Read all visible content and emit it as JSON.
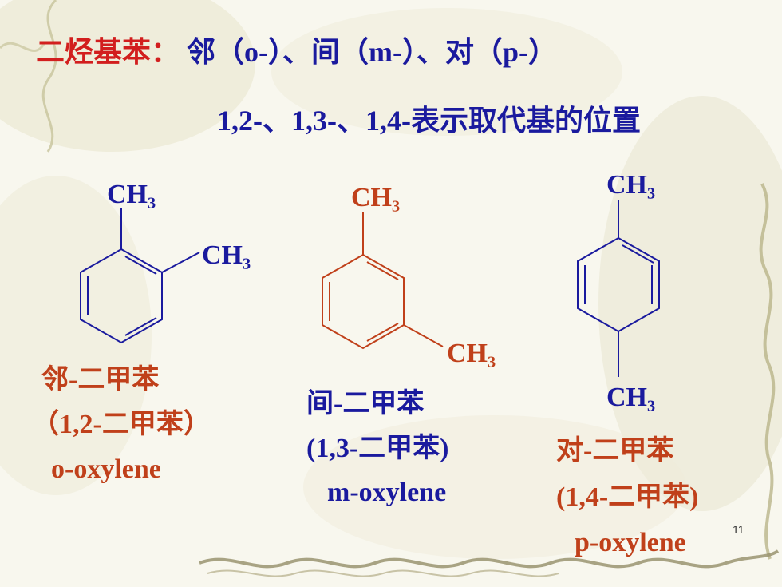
{
  "heading": {
    "highlight": "二烃基苯：",
    "rest": "邻（o-）、间（m-）、对（p-）"
  },
  "subline": "1,2-、1,3-、1,4-表示取代基的位置",
  "ortho": {
    "ch3_top": "CH₃",
    "ch3_side": "CH₃",
    "name_cn": "邻-二甲苯",
    "name_num": "（1,2-二甲苯）",
    "name_en": "o-oxylene"
  },
  "meta": {
    "ch3_top": "CH₃",
    "ch3_bottom": "CH₃",
    "name_cn": "间-二甲苯",
    "name_num": "(1,3-二甲苯)",
    "name_en": "m-oxylene"
  },
  "para": {
    "ch3_top": "CH₃",
    "ch3_bottom": "CH₃",
    "name_cn": "对-二甲苯",
    "name_num": "(1,4-二甲苯)",
    "name_en": "p-oxylene"
  },
  "page_number": "11",
  "colors": {
    "blue": "#1a1a9e",
    "red": "#c0401a",
    "heading_red": "#d21e1e"
  }
}
